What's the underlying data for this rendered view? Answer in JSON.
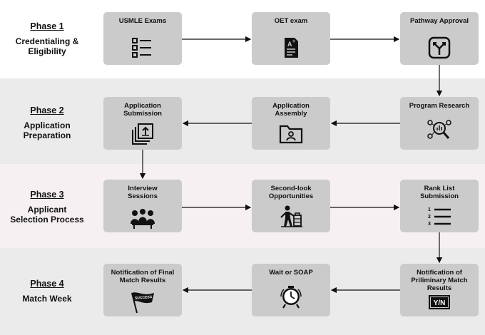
{
  "colors": {
    "band_alt": "#f6f0f3",
    "band_gray": "#ebebeb",
    "box": "#cbcbcb",
    "arrow": "#111111"
  },
  "phases": [
    {
      "title": "Phase 1",
      "desc_line1": "Credentialing &",
      "desc_line2": "Eligibility"
    },
    {
      "title": "Phase 2",
      "desc_line1": "Application",
      "desc_line2": "Preparation"
    },
    {
      "title": "Phase 3",
      "desc_line1": "Applicant",
      "desc_line2": "Selection Process"
    },
    {
      "title": "Phase 4",
      "desc_line1": "Match Week",
      "desc_line2": ""
    }
  ],
  "steps": {
    "usmle": {
      "line1": "USMLE Exams",
      "line2": "",
      "icon": "checklist-icon"
    },
    "oet": {
      "line1": "OET exam",
      "line2": "",
      "icon": "graded-document-icon"
    },
    "pathway": {
      "line1": "Pathway Approval",
      "line2": "",
      "icon": "split-path-icon"
    },
    "research": {
      "line1": "Program Research",
      "line2": "",
      "icon": "search-analytics-icon"
    },
    "assembly": {
      "line1": "Application",
      "line2": "Assembly",
      "icon": "folder-icon"
    },
    "submission": {
      "line1": "Application",
      "line2": "Submission",
      "icon": "upload-stack-icon"
    },
    "interview": {
      "line1": "Interview",
      "line2": "Sessions",
      "icon": "meeting-icon"
    },
    "second_look": {
      "line1": "Second-look",
      "line2": "Opportunities",
      "icon": "visitor-tour-icon"
    },
    "rank_list": {
      "line1": "Rank List",
      "line2": "Submission",
      "icon": "numbered-list-icon"
    },
    "prelim": {
      "line1": "Notification of",
      "line2": "Priliminary Match",
      "line3": "Results",
      "icon": "yes-no-sign-icon",
      "sign_text": "Y/N"
    },
    "wait_soap": {
      "line1": "Wait or SOAP",
      "line2": "",
      "icon": "alarm-clock-icon"
    },
    "final": {
      "line1": "Notification of Final",
      "line2": "Match Results",
      "icon": "success-flag-icon",
      "flag_text": "SUCCESS"
    }
  }
}
